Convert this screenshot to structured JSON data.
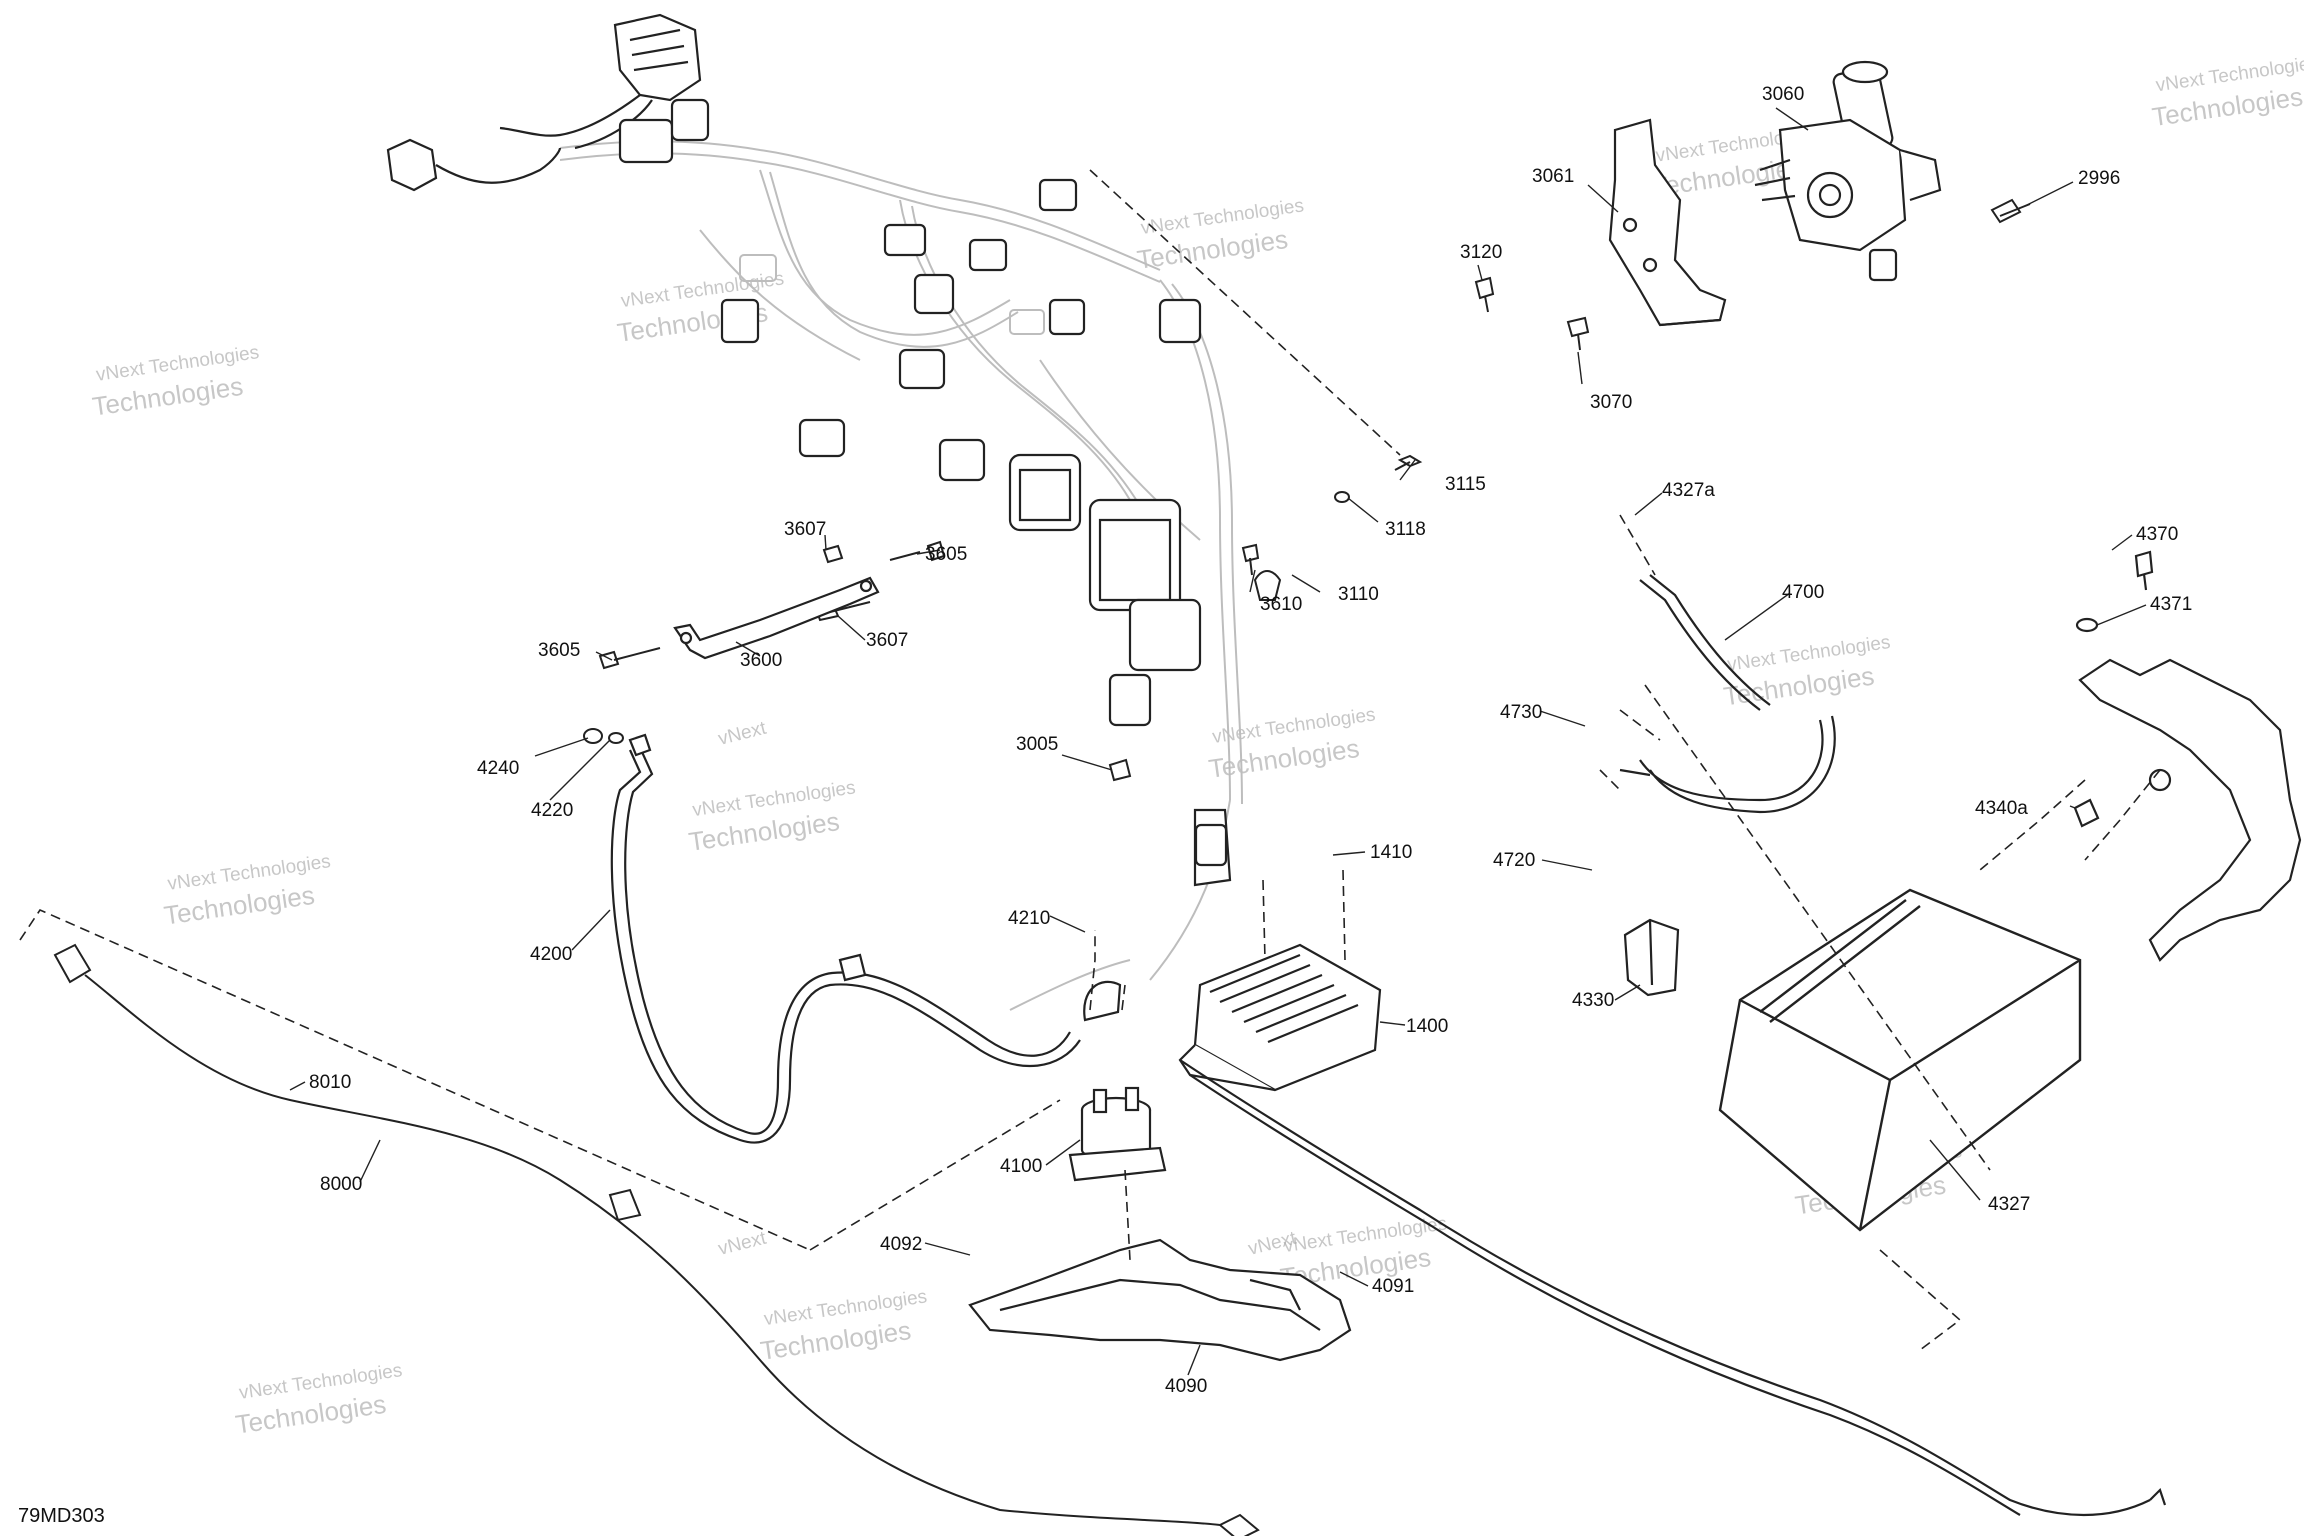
{
  "diagram": {
    "reference_code": "79MD303",
    "watermark": {
      "line1": "vNext Technologies",
      "line2": "Technologies",
      "top_text": "vNext"
    },
    "colors": {
      "stroke": "#222222",
      "ghost": "#bdbdbd",
      "fill": "#ffffff"
    },
    "parts": [
      {
        "id": "p3060",
        "label": "3060"
      },
      {
        "id": "p3061",
        "label": "3061"
      },
      {
        "id": "p2996",
        "label": "2996"
      },
      {
        "id": "p3120",
        "label": "3120"
      },
      {
        "id": "p3070",
        "label": "3070"
      },
      {
        "id": "p3115",
        "label": "3115"
      },
      {
        "id": "p3118",
        "label": "3118"
      },
      {
        "id": "p3110",
        "label": "3110"
      },
      {
        "id": "p3610",
        "label": "3610"
      },
      {
        "id": "p3607a",
        "label": "3607"
      },
      {
        "id": "p3605a",
        "label": "3605"
      },
      {
        "id": "p3605b",
        "label": "3605"
      },
      {
        "id": "p3600",
        "label": "3600"
      },
      {
        "id": "p3607b",
        "label": "3607"
      },
      {
        "id": "p3005",
        "label": "3005"
      },
      {
        "id": "p4240",
        "label": "4240"
      },
      {
        "id": "p4220",
        "label": "4220"
      },
      {
        "id": "p4200",
        "label": "4200"
      },
      {
        "id": "p1410",
        "label": "1410"
      },
      {
        "id": "p4210",
        "label": "4210"
      },
      {
        "id": "p1400",
        "label": "1400"
      },
      {
        "id": "p4100",
        "label": "4100"
      },
      {
        "id": "p8010",
        "label": "8010"
      },
      {
        "id": "p8000",
        "label": "8000"
      },
      {
        "id": "p4092",
        "label": "4092"
      },
      {
        "id": "p4091",
        "label": "4091"
      },
      {
        "id": "p4090",
        "label": "4090"
      },
      {
        "id": "p4327a",
        "label": "4327a"
      },
      {
        "id": "p4700",
        "label": "4700"
      },
      {
        "id": "p4730",
        "label": "4730"
      },
      {
        "id": "p4720",
        "label": "4720"
      },
      {
        "id": "p4330",
        "label": "4330"
      },
      {
        "id": "p4327",
        "label": "4327"
      },
      {
        "id": "p4370",
        "label": "4370"
      },
      {
        "id": "p4371",
        "label": "4371"
      },
      {
        "id": "p4340a",
        "label": "4340a"
      }
    ]
  }
}
